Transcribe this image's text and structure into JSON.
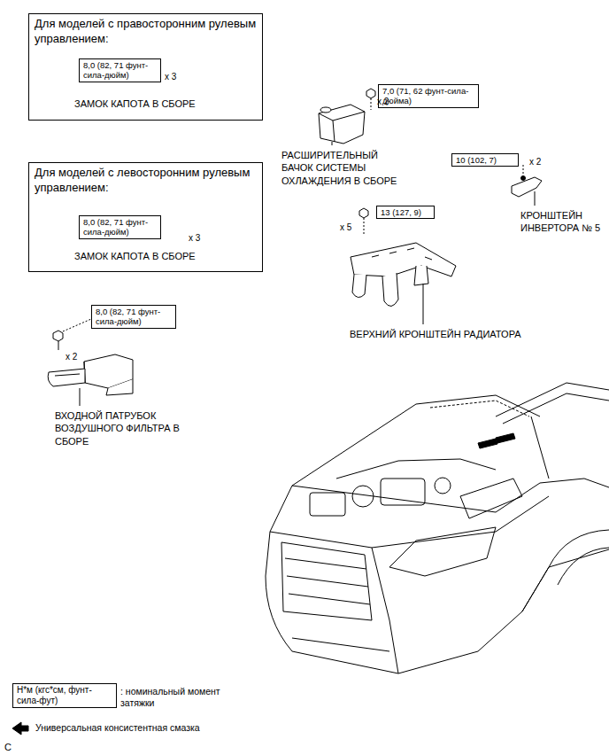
{
  "diagram": {
    "nodes": [
      {
        "text": [
          "Для моделей с правосторонним рулевым управлением:"
        ]
      },
      {
        "text": [
          "8,0 (82, 71 фунт-сила-дюйм)"
        ],
        "in": 0
      },
      {
        "text": [
          "Для моделей с левосторонним рулевым управлением:"
        ]
      },
      {
        "text": [
          "8,0 (82, 71 фунт-сила-дюйм)"
        ],
        "in": 2
      },
      {
        "text": [
          "8,0 (82, 71 фунт-сила-дюйм)"
        ]
      },
      {
        "text": [
          "7,0 (71, 62 фунт-сила-дюйма)"
        ]
      },
      {
        "text": [
          "10 (102, 7)"
        ]
      },
      {
        "text": [
          "13 (127, 9)"
        ]
      },
      {
        "text": [
          "Н*м (кгс*см, фунт-сила-фут)"
        ]
      }
    ],
    "labels": [
      "x 3",
      "ЗАМОК КАПОТА В СБОРЕ",
      "x 3",
      "ЗАМОК КАПОТА В СБОРЕ",
      "x 2",
      "ВХОДНОЙ ПАТРУБОК ВОЗДУШНОГО ФИЛЬТРА В СБОРЕ",
      "x 2",
      "РАСШИРИТЕЛЬНЫЙ БАЧОК СИСТЕМЫ ОХЛАЖДЕНИЯ В СБОРЕ",
      "x 2",
      "КРОНШТЕЙН ИНВЕРТОРА № 5",
      "x 5",
      "ВЕРХНИЙ КРОНШТЕЙН РАДИАТОРА",
      "C"
    ],
    "legend": [
      {
        "text": ": номинальный момент затяжки"
      },
      {
        "text": "Универсальная консистентная смазка"
      }
    ]
  }
}
